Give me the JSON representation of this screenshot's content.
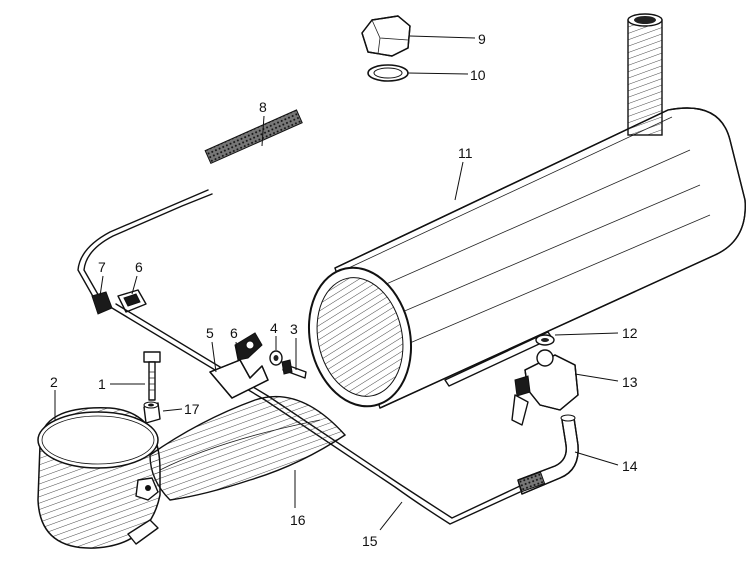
{
  "callouts": {
    "c1": "1",
    "c2": "2",
    "c3": "3",
    "c4": "4",
    "c5": "5",
    "c6a": "6",
    "c6b": "6",
    "c7": "7",
    "c8": "8",
    "c9": "9",
    "c10": "10",
    "c11": "11",
    "c12": "12",
    "c13": "13",
    "c14": "14",
    "c15": "15",
    "c16": "16",
    "c17": "17"
  }
}
